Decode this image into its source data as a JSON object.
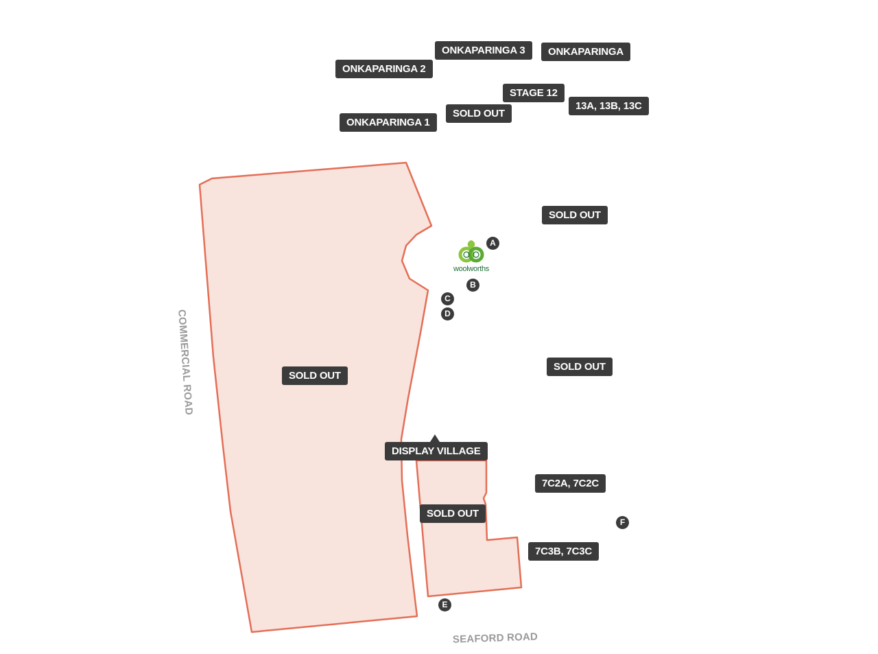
{
  "colors": {
    "parcel_fill": "#f8e3dd",
    "parcel_stroke": "#e46e56",
    "tag_bg": "#3b3b3b",
    "tag_text": "#ffffff",
    "road_label": "#9a9a9a",
    "woolworths_green": "#1d6e36",
    "woolworths_light_green": "#8cc63f"
  },
  "labels": {
    "onkaparinga_3": "ONKAPARINGA 3",
    "onkaparinga": "ONKAPARINGA",
    "onkaparinga_2": "ONKAPARINGA 2",
    "stage_12": "STAGE 12",
    "lots_13": "13A, 13B, 13C",
    "sold_out_stage12": "SOLD OUT",
    "onkaparinga_1": "ONKAPARINGA 1",
    "sold_out_east_upper": "SOLD OUT",
    "sold_out_west": "SOLD OUT",
    "sold_out_east_lower": "SOLD OUT",
    "display_village": "DISPLAY VILLAGE",
    "lots_7c2": "7C2A, 7C2C",
    "sold_out_display": "SOLD OUT",
    "lots_7c3": "7C3B, 7C3C"
  },
  "markers": {
    "a": "A",
    "b": "B",
    "c": "C",
    "d": "D",
    "e": "E",
    "f": "F"
  },
  "roads": {
    "commercial": "COMMERCIAL ROAD",
    "seaford": "SEAFORD ROAD"
  },
  "logo": {
    "brand_text": "woolworths",
    "icon": "woolworths-logo-icon"
  }
}
